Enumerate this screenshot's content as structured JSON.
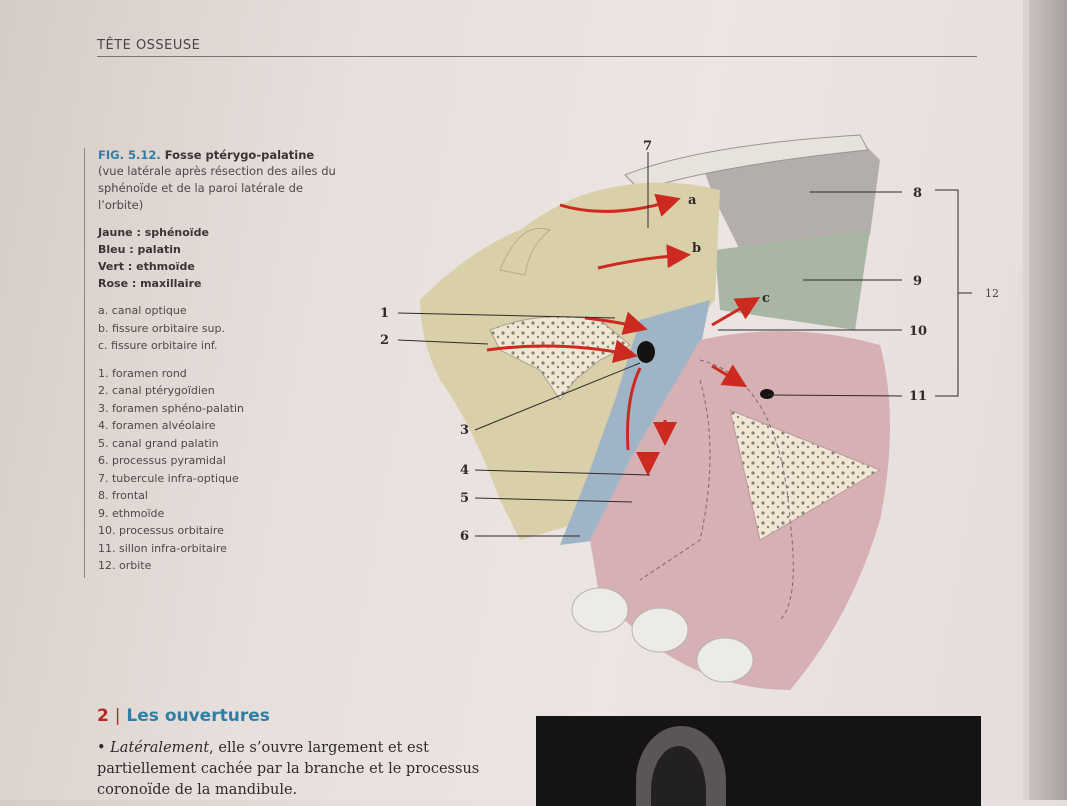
{
  "header": {
    "running_head": "TÊTE OSSEUSE"
  },
  "caption": {
    "fig_number": "FIG. 5.12.",
    "fig_title": "Fosse ptérygo-palatine",
    "fig_desc": "(vue latérale après résection des ailes du sphénoïde et de la paroi latérale de l’orbite)",
    "color_key": [
      "Jaune : sphénoïde",
      "Bleu : palatin",
      "Vert : ethmoïde",
      "Rose : maxillaire"
    ],
    "openings": [
      "a. canal optique",
      "b. fissure orbitaire sup.",
      "c. fissure orbitaire inf."
    ],
    "structures": [
      "1. foramen rond",
      "2. canal ptérygoïdien",
      "3. foramen sphéno-palatin",
      "4. foramen alvéolaire",
      "5. canal grand palatin",
      "6. processus pyramidal",
      "7. tubercule infra-optique",
      "8. frontal",
      "9. ethmoïde",
      "10. processus orbitaire",
      "11. sillon infra-orbitaire",
      "12. orbite"
    ]
  },
  "figure_labels": {
    "l1": "1",
    "l2": "2",
    "l3": "3",
    "l4": "4",
    "l5": "5",
    "l6": "6",
    "l7": "7",
    "l8": "8",
    "l9": "9",
    "l10": "10",
    "l11": "11",
    "l12": "12",
    "la": "a",
    "lb": "b",
    "lc": "c"
  },
  "colors": {
    "sphenoid": "#d9cfa8",
    "palatine": "#9fb4c6",
    "ethmoid": "#a9b6a4",
    "maxilla": "#d6b0b3",
    "arrow": "#cc2a20",
    "accent_blue": "#2f7ea6"
  },
  "section": {
    "number": "2",
    "bar": "|",
    "title": "Les ouvertures"
  },
  "body": {
    "bullet": "•",
    "lead": "Latéralement",
    "text": ", elle s’ouvre largement et est partiellement cachée par la branche et le processus coronoïde de la mandibule."
  }
}
